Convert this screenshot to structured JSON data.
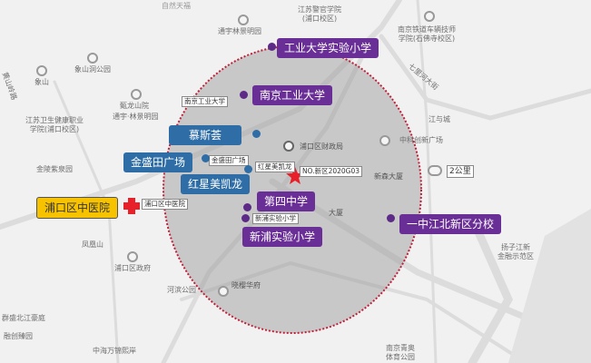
{
  "map": {
    "radius_label": "2公里",
    "site_label": "NO.新区2020G03",
    "colors": {
      "purple": "#6a2f96",
      "blue": "#2e6da6",
      "yellow": "#f7c300",
      "circle_border": "#c0203a",
      "star": "#e8202a"
    },
    "highlight_tags": {
      "school_1": "工业大学实验小学",
      "school_2": "南京工业大学",
      "school_3": "第四中学",
      "school_4": "新浦实验小学",
      "school_5": "一中江北新区分校",
      "commerce_1": "慕斯荟",
      "commerce_2": "金盛田广场",
      "commerce_3": "红星美凯龙",
      "hospital": "浦口区中医院"
    },
    "small_labels": {
      "jinshengtian": "金盛田广场",
      "hongxing": "红星美凯龙",
      "hospital": "浦口区中医院",
      "xinpu": "新浦实验小学",
      "njut": "南京工业大学"
    },
    "place_names": {
      "xiangshan": "象山",
      "xiangshan_park": "象山洞公园",
      "tonglong": "甄龙山院",
      "tongyu_1": "通宇林景明园",
      "police_college_1": "江苏警官学院",
      "police_college_2": "(浦口校区)",
      "rail_college_1": "南京铁道车辆技师",
      "rail_college_2": "学院(石佛寺校区)",
      "qilihe": "七里河大街",
      "huangshan": "黄山岭路",
      "health_college_1": "江苏卫生健康职业",
      "health_college_2": "学院(浦口校区)",
      "tongyu_2": "通宇·林景明园",
      "jinling": "金陵紫泉园",
      "caizheng": "浦口区财政局",
      "zhongke": "中科创新广场",
      "jiangyucheng": "江与城",
      "xinsen": "新森大厦",
      "dasha": "大厦",
      "fenghuang": "凤凰山",
      "gov": "浦口区政府",
      "hebin": "河滨公园",
      "xiaoying": "晓樱华府",
      "qunsheng": "群盛北江豪庭",
      "rongchuang": "融创臻园",
      "zhonghai": "中海万锦熙岸",
      "aoti_1": "南京青奥",
      "aoti_2": "体育公园",
      "yangzi_1": "扬子江新",
      "yangzi_2": "金融示范区",
      "top_cut": "自然天福"
    }
  }
}
